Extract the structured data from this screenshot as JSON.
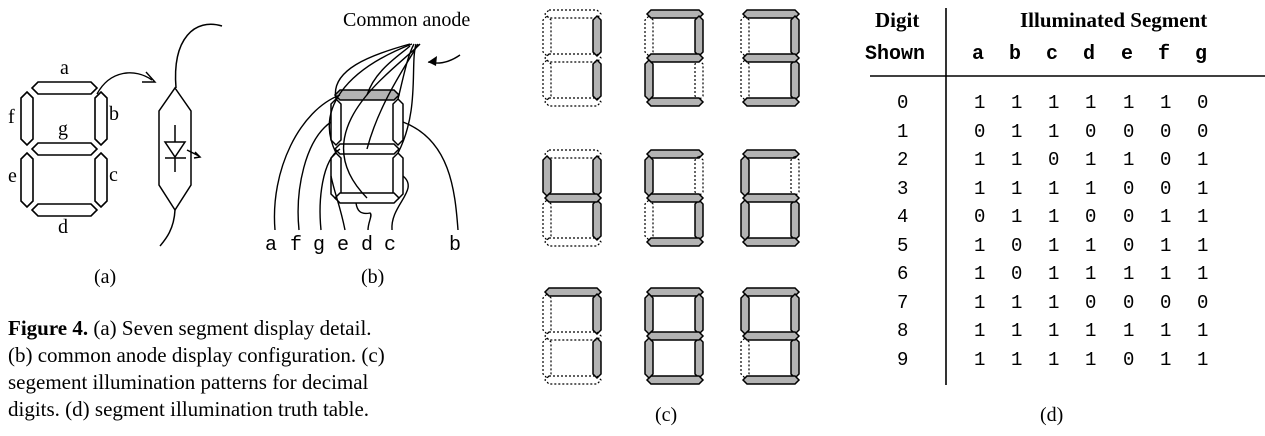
{
  "panel_a": {
    "segment_labels": [
      "a",
      "b",
      "c",
      "d",
      "e",
      "f",
      "g"
    ],
    "caption": "(a)"
  },
  "panel_b": {
    "annotation": "Common anode",
    "pin_labels": [
      "a",
      "f",
      "g",
      "e",
      "d",
      "c",
      "b"
    ],
    "caption": "(b)"
  },
  "panel_c": {
    "caption": "(c)",
    "digits": [
      {
        "segments": [
          0,
          1,
          1,
          0,
          0,
          0,
          0
        ]
      },
      {
        "segments": [
          1,
          1,
          0,
          1,
          1,
          0,
          1
        ]
      },
      {
        "segments": [
          1,
          1,
          1,
          1,
          0,
          0,
          1
        ]
      },
      {
        "segments": [
          0,
          1,
          1,
          0,
          0,
          1,
          1
        ]
      },
      {
        "segments": [
          1,
          0,
          1,
          1,
          0,
          1,
          1
        ]
      },
      {
        "segments": [
          1,
          0,
          1,
          1,
          1,
          1,
          1
        ]
      },
      {
        "segments": [
          1,
          1,
          1,
          0,
          0,
          0,
          0
        ]
      },
      {
        "segments": [
          1,
          1,
          1,
          1,
          1,
          1,
          1
        ]
      },
      {
        "segments": [
          1,
          1,
          1,
          1,
          0,
          1,
          1
        ]
      }
    ]
  },
  "figure_caption": {
    "bold": "Figure 4.",
    "lines": [
      " (a) Seven segment display detail.",
      "(b) common anode display configuration. (c)",
      "segement illumination patterns for decimal",
      "digits. (d) segment illumination truth table."
    ]
  },
  "table": {
    "header_digit_1": "Digit",
    "header_digit_2": "Shown",
    "header_group": "Illuminated Segment",
    "columns": [
      "a",
      "b",
      "c",
      "d",
      "e",
      "f",
      "g"
    ],
    "rows": [
      {
        "digit": "0",
        "values": [
          "1",
          "1",
          "1",
          "1",
          "1",
          "1",
          "0"
        ]
      },
      {
        "digit": "1",
        "values": [
          "0",
          "1",
          "1",
          "0",
          "0",
          "0",
          "0"
        ]
      },
      {
        "digit": "2",
        "values": [
          "1",
          "1",
          "0",
          "1",
          "1",
          "0",
          "1"
        ]
      },
      {
        "digit": "3",
        "values": [
          "1",
          "1",
          "1",
          "1",
          "0",
          "0",
          "1"
        ]
      },
      {
        "digit": "4",
        "values": [
          "0",
          "1",
          "1",
          "0",
          "0",
          "1",
          "1"
        ]
      },
      {
        "digit": "5",
        "values": [
          "1",
          "0",
          "1",
          "1",
          "0",
          "1",
          "1"
        ]
      },
      {
        "digit": "6",
        "values": [
          "1",
          "0",
          "1",
          "1",
          "1",
          "1",
          "1"
        ]
      },
      {
        "digit": "7",
        "values": [
          "1",
          "1",
          "1",
          "0",
          "0",
          "0",
          "0"
        ]
      },
      {
        "digit": "8",
        "values": [
          "1",
          "1",
          "1",
          "1",
          "1",
          "1",
          "1"
        ]
      },
      {
        "digit": "9",
        "values": [
          "1",
          "1",
          "1",
          "1",
          "0",
          "1",
          "1"
        ]
      }
    ],
    "caption": "(d)"
  },
  "colors": {
    "lit_segment": "#b3b3b3",
    "outline": "#000000"
  }
}
